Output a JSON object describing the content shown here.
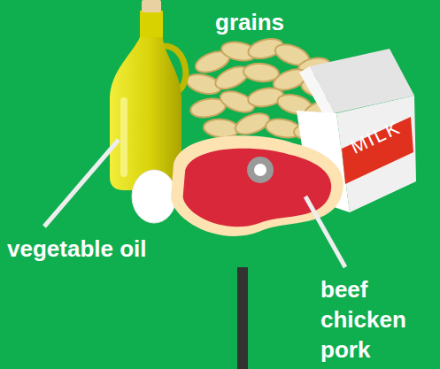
{
  "diagram": {
    "labels": [
      "grains",
      "vegetable oil",
      "beef chicken pork",
      "MILK"
    ]
  }
}
